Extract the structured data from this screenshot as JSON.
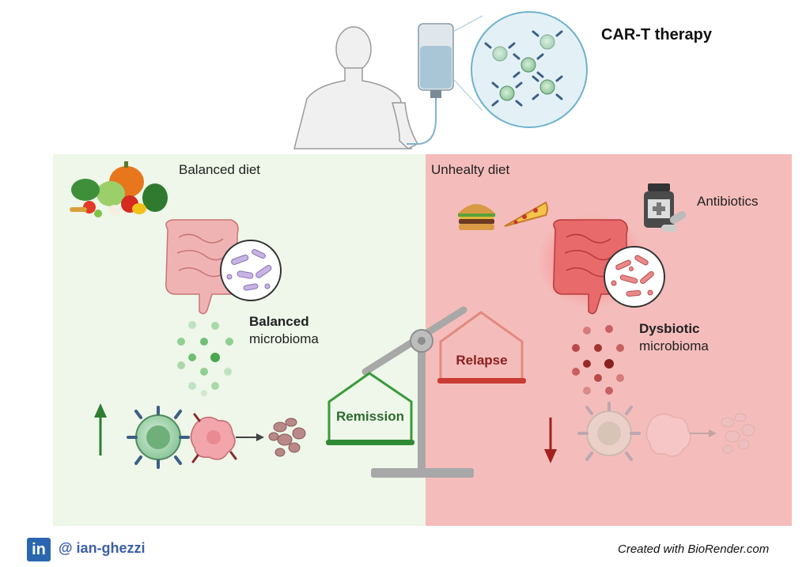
{
  "title": "CAR-T therapy",
  "left_panel": {
    "heading": "Balanced diet",
    "microbiome_bold": "Balanced",
    "microbiome_text": "microbioma",
    "outcome": "Remission"
  },
  "right_panel": {
    "heading": "Unhealty diet",
    "antibiotics": "Antibiotics",
    "microbiome_bold": "Dysbiotic",
    "microbiome_text": "microbioma",
    "outcome": "Relapse"
  },
  "footer": {
    "linkedin_badge": "in",
    "handle": "@ ian-ghezzi",
    "credit": "Created with BioRender.com"
  },
  "colors": {
    "left_bg": "#eef7e9",
    "right_bg": "#f4bdbb",
    "remission_green": "#3a9a3a",
    "relapse_red": "#a52a2a",
    "linkedin_blue": "#2a66b0"
  },
  "icons": [
    "human-body-icon",
    "iv-bag-icon",
    "car-t-cells-icon",
    "vegetables-icon",
    "burger-icon",
    "pizza-icon",
    "pill-bottle-icon",
    "intestine-icon",
    "bacteria-circle-icon",
    "balance-scale-icon",
    "t-cell-icon",
    "tumor-cell-icon",
    "up-arrow-icon",
    "down-arrow-icon"
  ]
}
